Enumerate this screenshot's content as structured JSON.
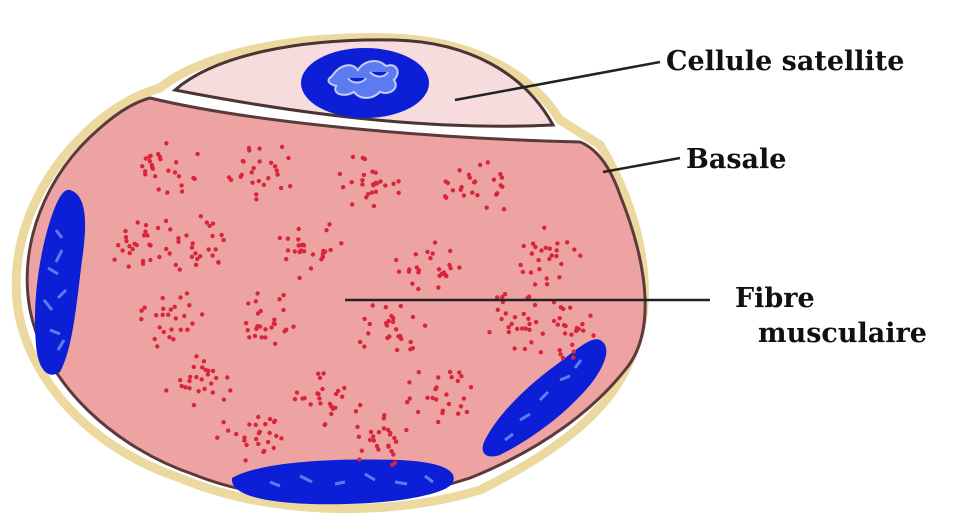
{
  "labels": {
    "satellite": "Cellule satellite",
    "basal": "Basale",
    "fibre_line1": "Fibre",
    "fibre_line2": "musculaire"
  },
  "colors": {
    "background": "#ffffff",
    "fibre_fill": "#eea3a3",
    "fibre_stroke": "#5a3a3a",
    "basal_lamina": "#ecd9a0",
    "satellite_fill": "#f6dcdc",
    "nucleus": "#0d1fd6",
    "nucleus_pattern": "#5d7bf0",
    "myofibril_dots": "#d9243a",
    "leader_line": "#222222",
    "label_text": "#111111"
  },
  "icons": {
    "myofibril": "dot-cluster",
    "nucleus": "blue-ellipse"
  }
}
